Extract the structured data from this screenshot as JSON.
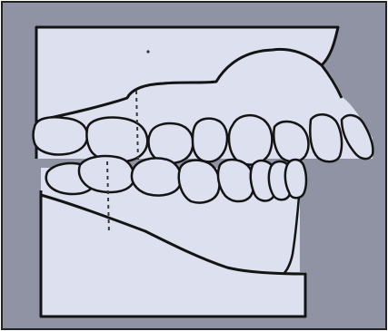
{
  "figure": {
    "colors": {
      "frame_background": "#8f93a3",
      "model_fill": "#dde0ee",
      "outline": "#141414",
      "midline": "#3a3a3a",
      "page_background": "#ffffff"
    },
    "upper_teeth_count": 8,
    "lower_teeth_count": 8,
    "icons": [
      "dental-cast-diagram"
    ]
  }
}
